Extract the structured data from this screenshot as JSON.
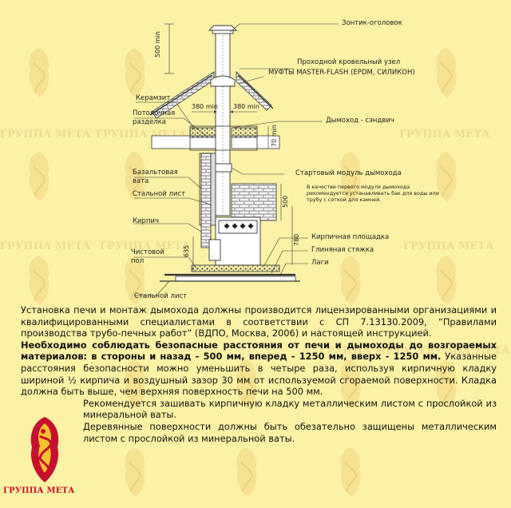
{
  "watermark": {
    "text": "ГРУППА МЕТА"
  },
  "diagram": {
    "labels": {
      "umbrella": "Зонтик-оголовок",
      "roof_pass": "Проходной кровельный узел",
      "muff": "МУФТЫ MASTER-FLASH (EPDM, СИЛИКОН)",
      "keramzit": "Керамзит",
      "ceiling_1": "Потолочная",
      "ceiling_2": "разделка",
      "chimney": "Дымоход - сэндвич",
      "basalt_1": "Базальтовая",
      "basalt_2": "вата",
      "start_module": "Стартовый модуль дымохода",
      "steel_sheet": "Стальной лист",
      "brick": "Кирпич",
      "clean_floor_1": "Чистовой",
      "clean_floor_2": "пол",
      "brick_platform": "Кирпичная площадка",
      "clay_screed": "Глиняная стяжка",
      "logs": "Лаги",
      "steel_sheet_2": "Стальной лист"
    },
    "dims": {
      "d500": "500 min",
      "d380a": "380 min",
      "d380b": "380 min",
      "d70": "70 min",
      "d500b": "500",
      "d780": "780",
      "d635": "635"
    },
    "note": "В качестве первого модуля дымохода рекомендуется устанавливать бак для воды или трубу с сеткой для камней."
  },
  "text": {
    "p1": "Установка печи и монтаж дымохода должны производится лицензированными организациями и квалифицированными специалистами в соответствии с СП 7.13130.2009, “Правилами производства трубо-печных работ” (ВДПО, Москва, 2006) и настоящей инструкцией.",
    "p2a": "Необходимо соблюдать безопасные расстояния от печи и дымоходы до возгораемых материалов: в стороны и назад - 500 мм, вперед - 1250 мм, вверх - 1250 мм.",
    "p2b": " Указанные расстояния безопасности можно уменьшить в четыре раза, используя кирпичную кладку шириной ½ кирпича и воздушный зазор 30 мм от используемой сгораемой поверхности. Кладка должна быть выше, чем верхняя поверхность печи на 500 мм.",
    "p3": "Рекомендуется зашивать кирпичную кладку металлическим листом с прослойкой из минеральной ваты.",
    "p4": "Деревянные поверхности должны быть обезательно защищены металлическим листом с прослойкой из минеральной ваты."
  },
  "brand": {
    "name": "ГРУППА МЕТА",
    "color": "#c8102e"
  }
}
